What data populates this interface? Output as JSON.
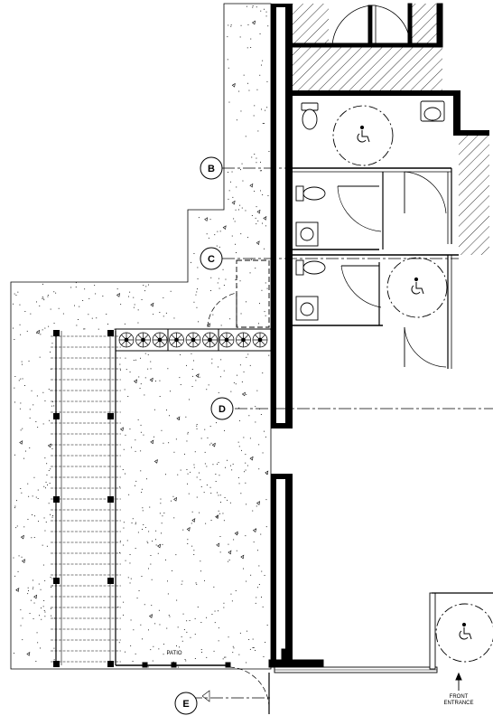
{
  "plan": {
    "grid_markers": [
      {
        "letter": "B",
        "name": "grid-marker-b"
      },
      {
        "letter": "C",
        "name": "grid-marker-c"
      },
      {
        "letter": "D",
        "name": "grid-marker-d"
      },
      {
        "letter": "E",
        "name": "grid-marker-e"
      }
    ],
    "labels": {
      "patio": "PATIO",
      "front_entrance_line1": "FRONT",
      "front_entrance_line2": "ENTRANCE"
    },
    "symbols": {
      "accessible": "accessible-wheelchair-icon",
      "toilet": "toilet-icon",
      "sink": "sink-icon",
      "urinal": "urinal-icon"
    },
    "colors": {
      "line": "#000000",
      "background": "#ffffff"
    }
  }
}
